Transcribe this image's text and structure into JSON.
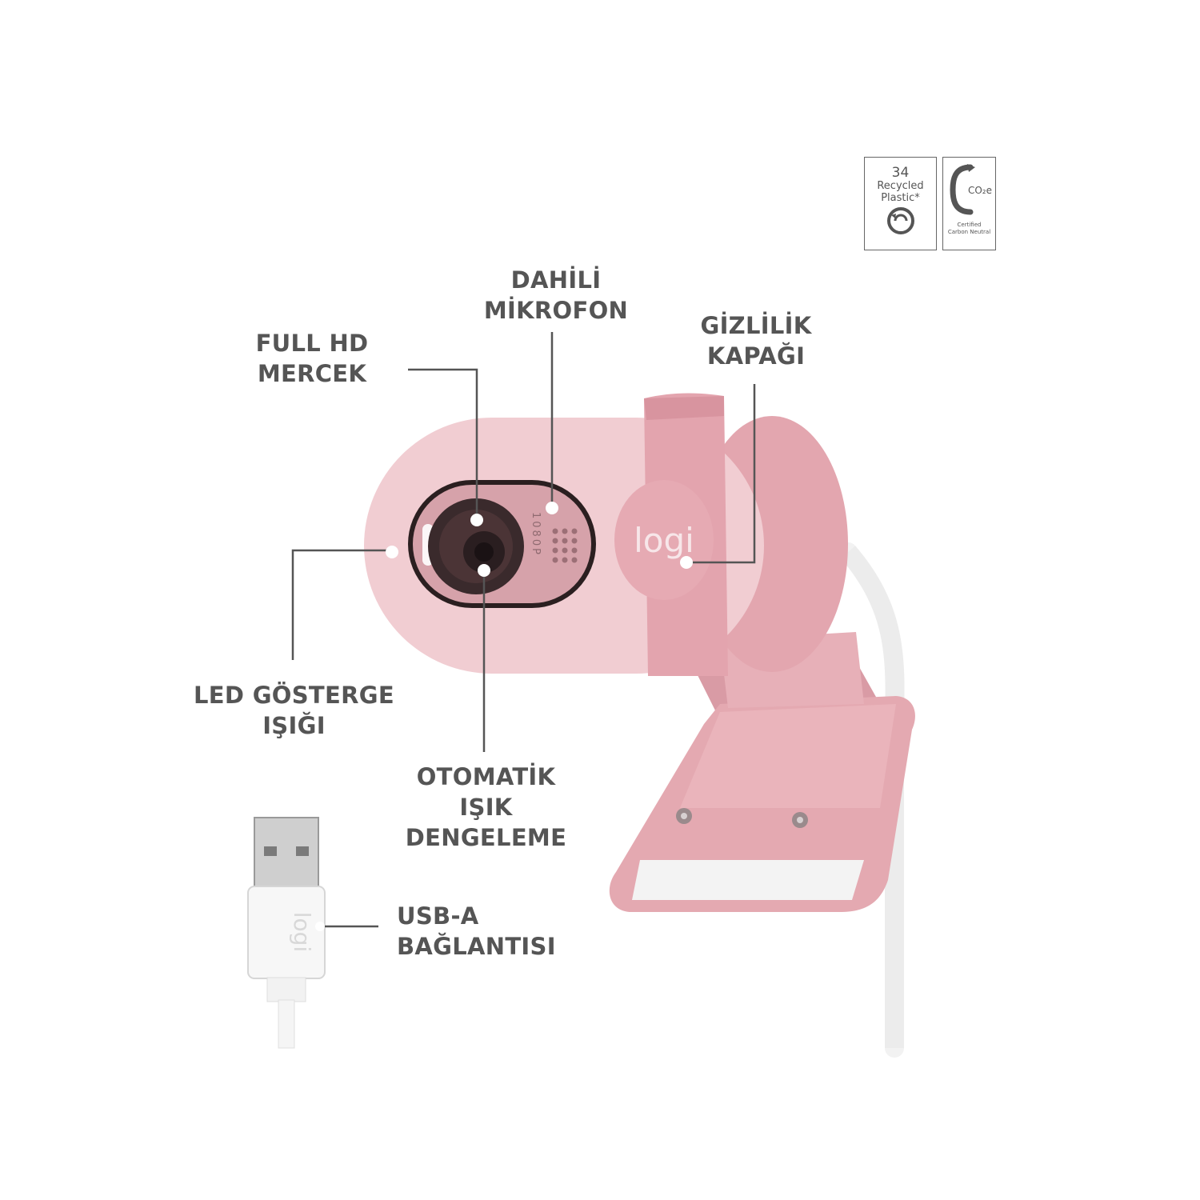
{
  "labels": {
    "mic": [
      "DAHİLİ",
      "MİKROFON"
    ],
    "lens": [
      "FULL HD",
      "MERCEK"
    ],
    "privacy": [
      "GİZLİLİK",
      "KAPAĞI"
    ],
    "led": [
      "LED GÖSTERGE",
      "IŞIĞI"
    ],
    "light": [
      "OTOMATİK IŞIK",
      "DENGELEME"
    ],
    "usb": [
      "USB-A",
      "BAĞLANTISI"
    ]
  },
  "badges": {
    "recycled": {
      "number": "34",
      "line1": "Recycled",
      "line2": "Plastic*"
    },
    "carbon": {
      "co2": "CO₂e",
      "line1": "Certified",
      "line2": "Carbon Neutral"
    }
  },
  "device": {
    "brand": "logi",
    "resolution_mark": "1080P"
  },
  "colors": {
    "label_text": "#555555",
    "leader_line": "#555555",
    "shell_pink": "#f0c9cf",
    "clip_pink": "#e6a9b2",
    "lens_dark": "#3a2a2c",
    "cable_white": "#f7f7f7"
  }
}
